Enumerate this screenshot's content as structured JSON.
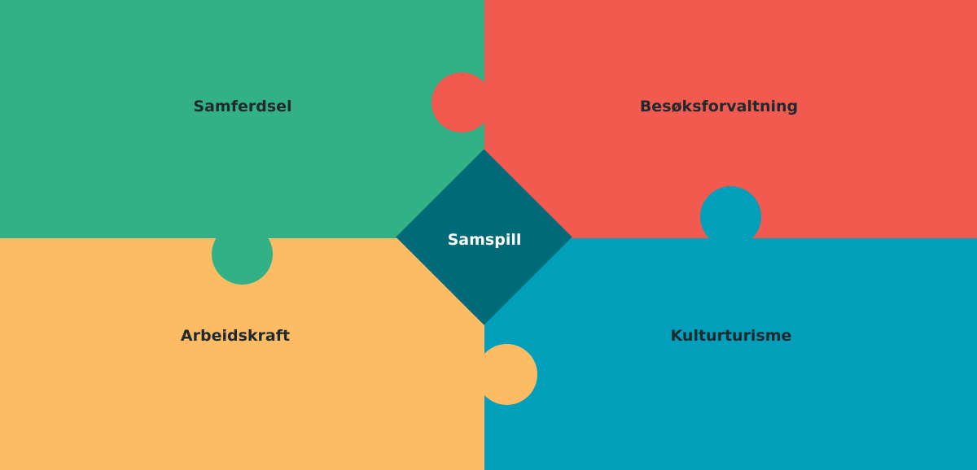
{
  "diagram": {
    "center": {
      "label": "Samspill",
      "color": "#016a78"
    },
    "pieces": [
      {
        "id": "top-left",
        "label": "Samferdsel",
        "color": "#33b186"
      },
      {
        "id": "top-right",
        "label": "Besøksforvaltning",
        "color": "#f25a4f"
      },
      {
        "id": "bottom-left",
        "label": "Arbeidskraft",
        "color": "#fdbb64"
      },
      {
        "id": "bottom-right",
        "label": "Kulturturisme",
        "color": "#019fba"
      }
    ]
  }
}
